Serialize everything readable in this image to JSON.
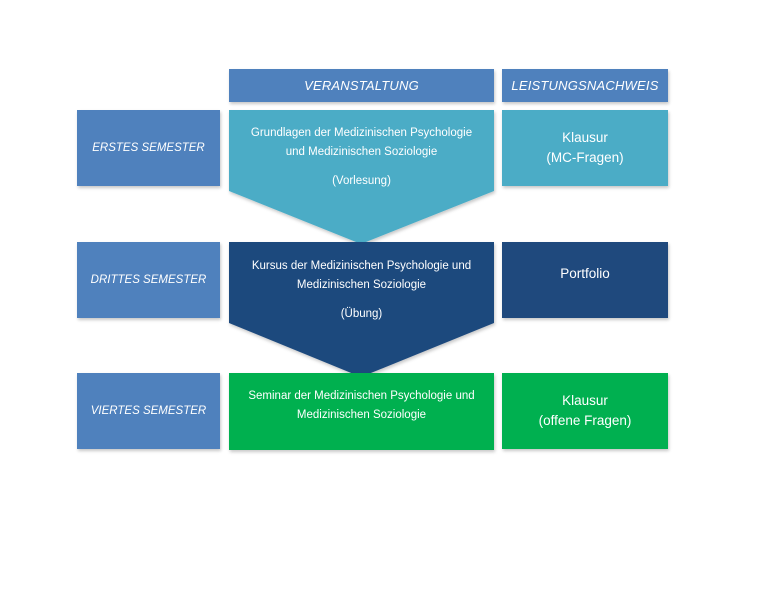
{
  "headers": {
    "veranstaltung": "VERANSTALTUNG",
    "leistungsnachweis": "LEISTUNGSNACHWEIS"
  },
  "rows": [
    {
      "semester": "ERSTES SEMESTER",
      "course_line1": "Grundlagen der Medizinischen Psychologie",
      "course_line2": "und Medizinischen Soziologie",
      "course_type": "(Vorlesung)",
      "proof_line1": "Klausur",
      "proof_line2": "(MC-Fragen)"
    },
    {
      "semester": "DRITTES SEMESTER",
      "course_line1": "Kursus der Medizinischen Psychologie und",
      "course_line2": "Medizinischen Soziologie",
      "course_type": "(Übung)",
      "proof_line1": "Portfolio",
      "proof_line2": ""
    },
    {
      "semester": "VIERTES SEMESTER",
      "course_line1": "Seminar der Medizinischen Psychologie und",
      "course_line2": "Medizinischen Soziologie",
      "course_type": "",
      "proof_line1": "Klausur",
      "proof_line2": "(offene Fragen)"
    }
  ],
  "colors": {
    "header_blue": "#4f81bd",
    "semester_blue": "#4f81bd",
    "row1_teal": "#4bacc6",
    "row2_navy": "#1f497d",
    "row3_green": "#00b050"
  }
}
